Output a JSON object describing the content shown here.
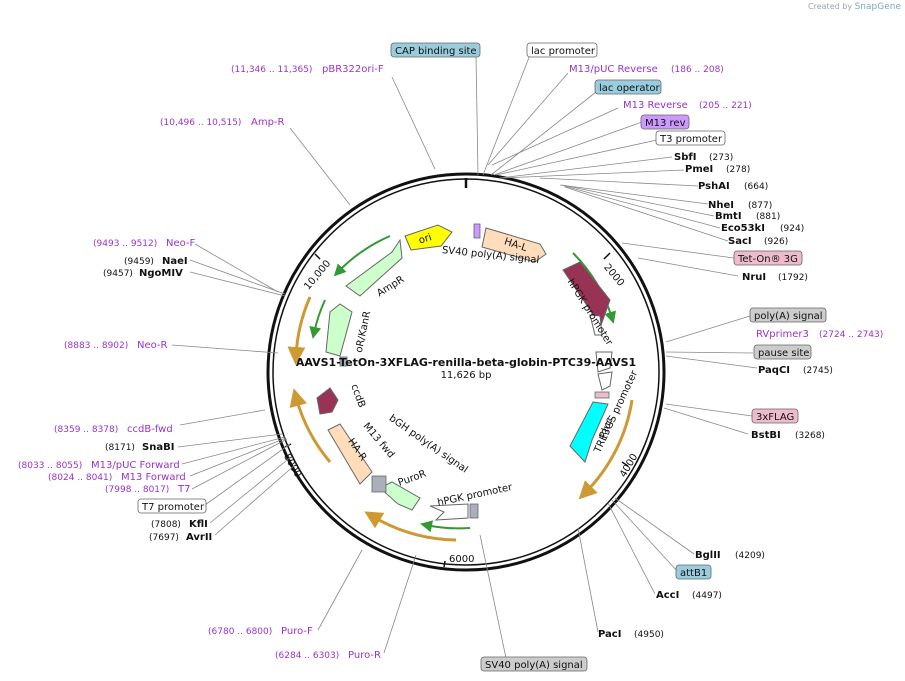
{
  "header": {
    "credit_prefix": "Created by",
    "credit_brand": "SnapGene"
  },
  "plasmid": {
    "name": "AAVS1-TetOn-3XFLAG-renilla-beta-globin-PTC39-AAVS1",
    "size": "11,626 bp",
    "length_bp": 11626
  },
  "colors": {
    "primer": "#9933cc",
    "ori": "#ffff00",
    "ha": "#ffddbb",
    "hpgk": "#993355",
    "rluc": "#00ffff",
    "amp": "#ccffcc",
    "purple_feature": "#cc99ff",
    "label_blue": "#99ccdd",
    "label_gray": "#cccccc",
    "label_pink": "#eebbcc"
  },
  "ticks": [
    {
      "label": "2000",
      "bp": 2000
    },
    {
      "label": "4000",
      "bp": 4000
    },
    {
      "label": "6000",
      "bp": 6000
    },
    {
      "label": "8000",
      "bp": 8000
    },
    {
      "label": "10,000",
      "bp": 10000
    }
  ],
  "inner_labels": [
    {
      "text": "ori"
    },
    {
      "text": "HA-L"
    },
    {
      "text": "SV40 poly(A) signal"
    },
    {
      "text": "hPGK promoter"
    },
    {
      "text": "AmpR"
    },
    {
      "text": "TRE3GS promoter"
    },
    {
      "text": "Rluc"
    },
    {
      "text": "hPGK promoter"
    },
    {
      "text": "PuroR"
    },
    {
      "text": "bGH poly(A) signal"
    },
    {
      "text": "M13 fwd"
    },
    {
      "text": "HA-R"
    },
    {
      "text": "ccdB"
    },
    {
      "text": "oR/KanR"
    }
  ],
  "outer_labels": [
    {
      "text": "CAP binding site",
      "style": "boxed-blue"
    },
    {
      "text": "lac promoter",
      "style": "boxed-white"
    },
    {
      "text": "M13/pUC Reverse",
      "range": "(186 .. 208)",
      "style": "primer"
    },
    {
      "text": "lac operator",
      "style": "boxed-blue"
    },
    {
      "text": "M13 Reverse",
      "range": "(205 .. 221)",
      "style": "primer"
    },
    {
      "text": "M13 rev",
      "style": "boxed-purple"
    },
    {
      "text": "T3 promoter",
      "style": "boxed-white"
    },
    {
      "text": "SbfI",
      "pos": "(273)",
      "style": "site"
    },
    {
      "text": "PmeI",
      "pos": "(278)",
      "style": "site"
    },
    {
      "text": "PshAI",
      "pos": "(664)",
      "style": "site"
    },
    {
      "text": "NheI",
      "pos": "(877)",
      "style": "site"
    },
    {
      "text": "BmtI",
      "pos": "(881)",
      "style": "site"
    },
    {
      "text": "Eco53kI",
      "pos": "(924)",
      "style": "site"
    },
    {
      "text": "SacI",
      "pos": "(926)",
      "style": "site"
    },
    {
      "text": "Tet-On® 3G",
      "style": "boxed-pink"
    },
    {
      "text": "NruI",
      "pos": "(1792)",
      "style": "site"
    },
    {
      "text": "poly(A) signal",
      "style": "boxed-gray"
    },
    {
      "text": "RVprimer3",
      "range": "(2724 .. 2743)",
      "style": "primer"
    },
    {
      "text": "pause site",
      "style": "boxed-gray"
    },
    {
      "text": "PaqCI",
      "pos": "(2745)",
      "style": "site"
    },
    {
      "text": "3xFLAG",
      "style": "boxed-pink"
    },
    {
      "text": "BstBI",
      "pos": "(3268)",
      "style": "site"
    },
    {
      "text": "BglII",
      "pos": "(4209)",
      "style": "site"
    },
    {
      "text": "attB1",
      "style": "boxed-blue"
    },
    {
      "text": "AccI",
      "pos": "(4497)",
      "style": "site"
    },
    {
      "text": "PacI",
      "pos": "(4950)",
      "style": "site"
    },
    {
      "text": "SV40 poly(A) signal",
      "style": "boxed-gray"
    },
    {
      "text": "pBR322ori-F",
      "range": "(11,346 .. 11,365)",
      "style": "primer"
    },
    {
      "text": "Amp-R",
      "range": "(10,496 .. 10,515)",
      "style": "primer"
    },
    {
      "text": "Neo-F",
      "range": "(9493 .. 9512)",
      "style": "primer"
    },
    {
      "text": "NaeI",
      "pos": "(9459)",
      "style": "site"
    },
    {
      "text": "NgoMIV",
      "pos": "(9457)",
      "style": "site"
    },
    {
      "text": "Neo-R",
      "range": "(8883 .. 8902)",
      "style": "primer"
    },
    {
      "text": "ccdB-fwd",
      "range": "(8359 .. 8378)",
      "style": "primer"
    },
    {
      "text": "SnaBI",
      "pos": "(8171)",
      "style": "site"
    },
    {
      "text": "M13/pUC Forward",
      "range": "(8033 .. 8055)",
      "style": "primer"
    },
    {
      "text": "M13 Forward",
      "range": "(8024 .. 8041)",
      "style": "primer"
    },
    {
      "text": "T7",
      "range": "(7998 .. 8017)",
      "style": "primer"
    },
    {
      "text": "T7 promoter",
      "style": "boxed-white"
    },
    {
      "text": "KflI",
      "pos": "(7808)",
      "style": "site"
    },
    {
      "text": "AvrII",
      "pos": "(7697)",
      "style": "site"
    },
    {
      "text": "Puro-F",
      "range": "(6780 .. 6800)",
      "style": "primer"
    },
    {
      "text": "Puro-R",
      "range": "(6284 .. 6303)",
      "style": "primer"
    }
  ]
}
